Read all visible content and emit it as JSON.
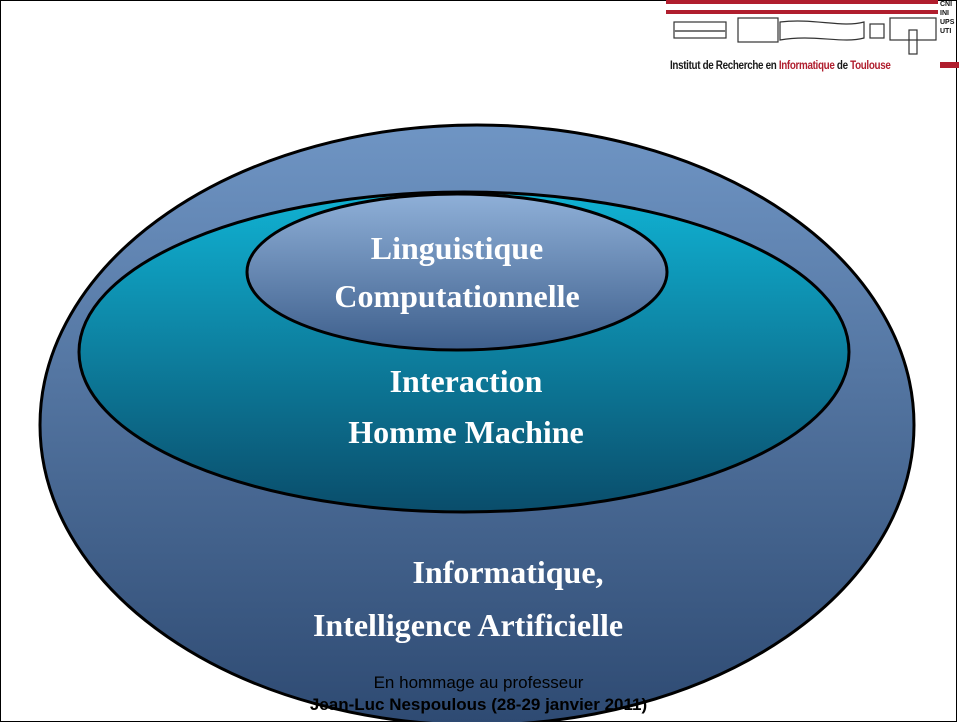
{
  "logo": {
    "tagline_prefix": "Institut de Recherche en ",
    "tagline_highlight1": "Informatique",
    "tagline_mid": " de ",
    "tagline_highlight2": "Toulouse",
    "side_lines": [
      "CNI",
      "INI",
      "UPS",
      "UTI"
    ]
  },
  "diagram": {
    "outer_label_line1": "Informatique,",
    "outer_label_line2": "Intelligence Artificielle",
    "middle_label_line1": "Interaction",
    "middle_label_line2": "Homme Machine",
    "inner_label_line1": "Linguistique",
    "inner_label_line2": "Computationnelle"
  },
  "footer": {
    "line1": "En hommage au professeur",
    "line2": "Jean-Luc Nespoulous  (28-29 janvier 2011)"
  },
  "colors": {
    "outer_top": "#6f95c4",
    "outer_bottom": "#2e4a72",
    "middle_top": "#0c9fc2",
    "middle_bottom": "#0a4d6b",
    "inner_top": "#7fa3cf",
    "inner_bottom": "#3e5f8c",
    "brand_red": "#b01e2e"
  }
}
